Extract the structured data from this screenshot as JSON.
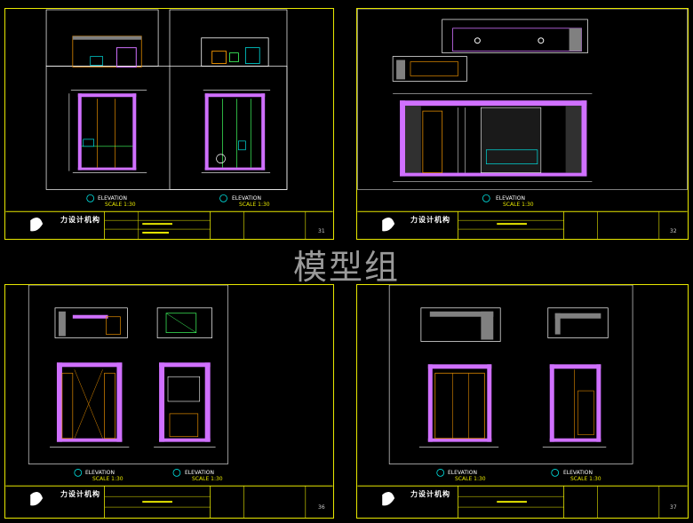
{
  "watermark": "模型组",
  "sheets": [
    {
      "company": "力设计机构",
      "elevation_label": "ELEVATION",
      "scale_label": "SCALE 1:30",
      "sheet_number": "31"
    },
    {
      "company": "力设计机构",
      "elevation_label": "ELEVATION",
      "scale_label": "SCALE 1:30",
      "sheet_number": "32"
    },
    {
      "company": "力设计机构",
      "elevation_label": "ELEVATION",
      "scale_label": "SCALE 1:30",
      "sheet_number": "36"
    },
    {
      "company": "力设计机构",
      "elevation_label": "ELEVATION",
      "scale_label": "SCALE 1:30",
      "sheet_number": "37"
    }
  ],
  "colors": {
    "frame": "#e8e800",
    "walls": "#d070ff",
    "wood": "#e08a00",
    "fixture": "#40ff60",
    "cyan": "#00e0e0",
    "line": "#ffffff"
  }
}
